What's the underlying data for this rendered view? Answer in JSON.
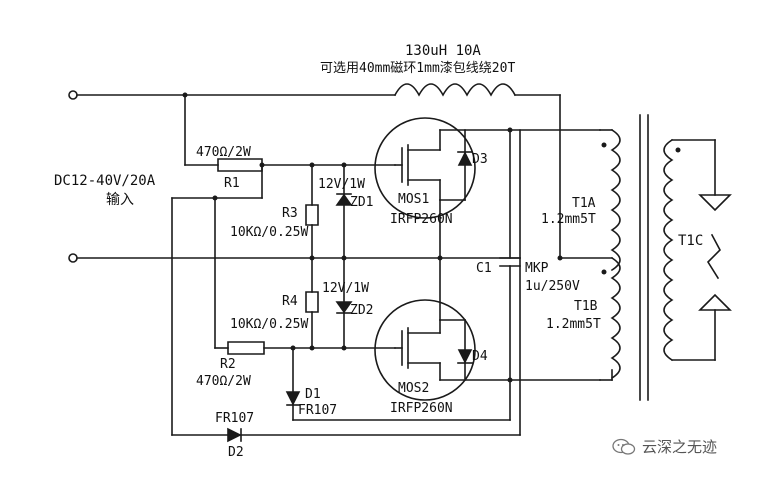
{
  "labels": {
    "inductor_spec": "130uH  10A",
    "inductor_note": "可选用40mm磁环1mm漆包线绕20T",
    "input_label_1": "DC12-40V/20A",
    "input_label_2": "输入",
    "r1_value": "470Ω/2W",
    "r1_name": "R1",
    "r2_value": "470Ω/2W",
    "r2_name": "R2",
    "r3_name": "R3",
    "r3_value": "10KΩ/0.25W",
    "r4_name": "R4",
    "r4_value": "10KΩ/0.25W",
    "zd1_value": "12V/1W",
    "zd1_name": "ZD1",
    "zd2_value": "12V/1W",
    "zd2_name": "ZD2",
    "mos1_name": "MOS1",
    "mos1_part": "IRFP260N",
    "mos2_name": "MOS2",
    "mos2_part": "IRFP260N",
    "d3_name": "D3",
    "d4_name": "D4",
    "d1_name": "D1",
    "d1_part": "FR107",
    "d2_part": "FR107",
    "d2_name": "D2",
    "c1_name": "C1",
    "c1_type": "MKP",
    "c1_value": "1u/250V",
    "t1a_name": "T1A",
    "t1a_wire": "1.2mm5T",
    "t1b_name": "T1B",
    "t1b_wire": "1.2mm5T",
    "t1c_name": "T1C"
  },
  "watermark": {
    "text": "云深之无迹",
    "icon": "wechat-icon"
  },
  "colors": {
    "line": "#1a1a1a",
    "background": "#ffffff",
    "watermark": "#555555"
  }
}
